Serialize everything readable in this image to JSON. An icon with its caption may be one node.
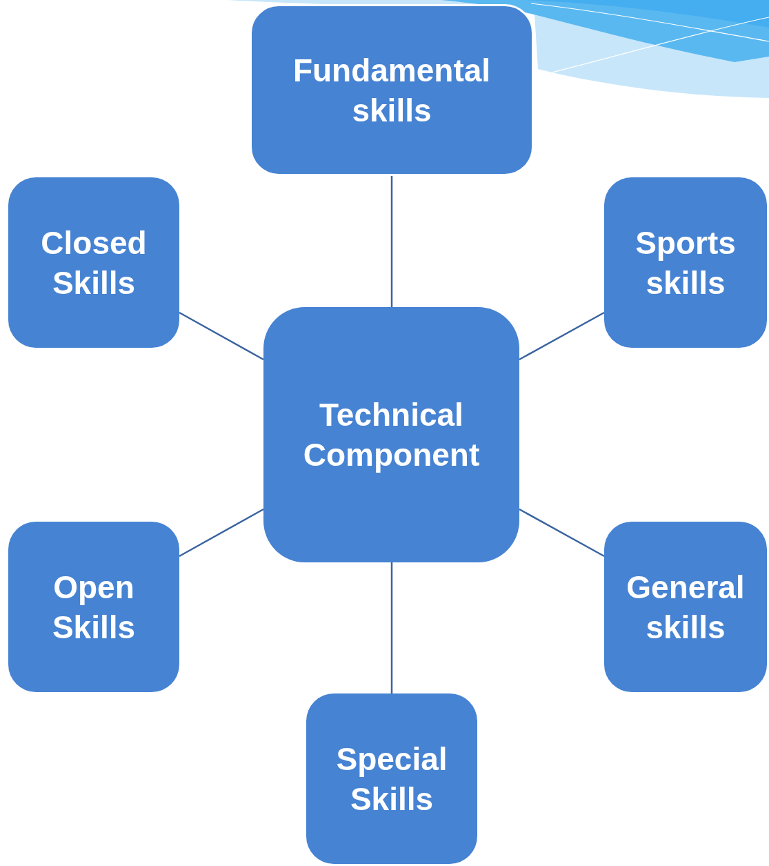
{
  "diagram": {
    "nodes": [
      {
        "text": [
          "Fundamental skills"
        ]
      },
      {
        "text": [
          "Closed Skills"
        ]
      },
      {
        "text": [
          "Sports skills"
        ]
      },
      {
        "text": [
          "Technical Component"
        ]
      },
      {
        "text": [
          "Open Skills"
        ]
      },
      {
        "text": [
          "General skills"
        ]
      },
      {
        "text": [
          "Special Skills"
        ]
      }
    ],
    "edges": [
      {
        "from": 3,
        "to": 0,
        "arrow": "none"
      },
      {
        "from": 3,
        "to": 1,
        "arrow": "none"
      },
      {
        "from": 3,
        "to": 2,
        "arrow": "none"
      },
      {
        "from": 3,
        "to": 4,
        "arrow": "none"
      },
      {
        "from": 3,
        "to": 5,
        "arrow": "none"
      },
      {
        "from": 3,
        "to": 6,
        "arrow": "none"
      }
    ]
  }
}
